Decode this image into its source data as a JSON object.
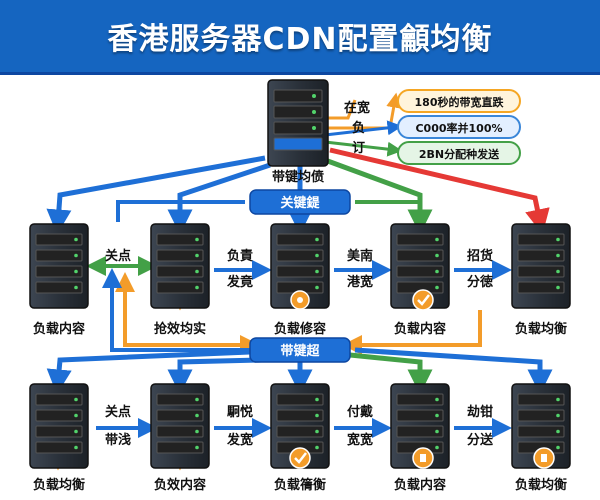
{
  "title": "香港服务器CDN配置龥均衡",
  "top_server_label": "带键均偾",
  "top_side_labels": [
    "在宽",
    "负",
    "订"
  ],
  "info_pills": [
    {
      "text": "180秒的带宽直跌",
      "color": "#f5a623"
    },
    {
      "text": "C000率并100%",
      "color": "#3a86d8"
    },
    {
      "text": "2BN分配种发送",
      "color": "#43a047"
    }
  ],
  "hub_labels": [
    "关键鍉",
    "带键超"
  ],
  "row1": {
    "servers": [
      "负载内容",
      "抢效均实",
      "负载修容",
      "负载内容",
      "负载均衡"
    ],
    "connectors": [
      [
        "关点",
        ""
      ],
      [
        "负責",
        "发竟"
      ],
      [
        "美南",
        "港宽"
      ],
      [
        "招货",
        "分徳"
      ]
    ]
  },
  "row2": {
    "servers": [
      "负载均衡",
      "负效内容",
      "负载篟衡",
      "负载内容",
      "负载均衡"
    ],
    "connectors": [
      [
        "关点",
        "带浅"
      ],
      [
        "駉悦",
        "发宽"
      ],
      [
        "付戴",
        "宽宽"
      ],
      [
        "劫钳",
        "分送"
      ]
    ]
  },
  "colors": {
    "title_blue": "#1565c0",
    "arrow_blue": "#1e6fd6",
    "arrow_green": "#43a047",
    "arrow_red": "#e53935",
    "arrow_orange": "#f39c2a",
    "server_dark": "#2f3640",
    "led_green": "#52d36b"
  },
  "icons": [
    "server-icon",
    "badge-orange-icon",
    "badge-check-icon",
    "badge-info-icon"
  ]
}
